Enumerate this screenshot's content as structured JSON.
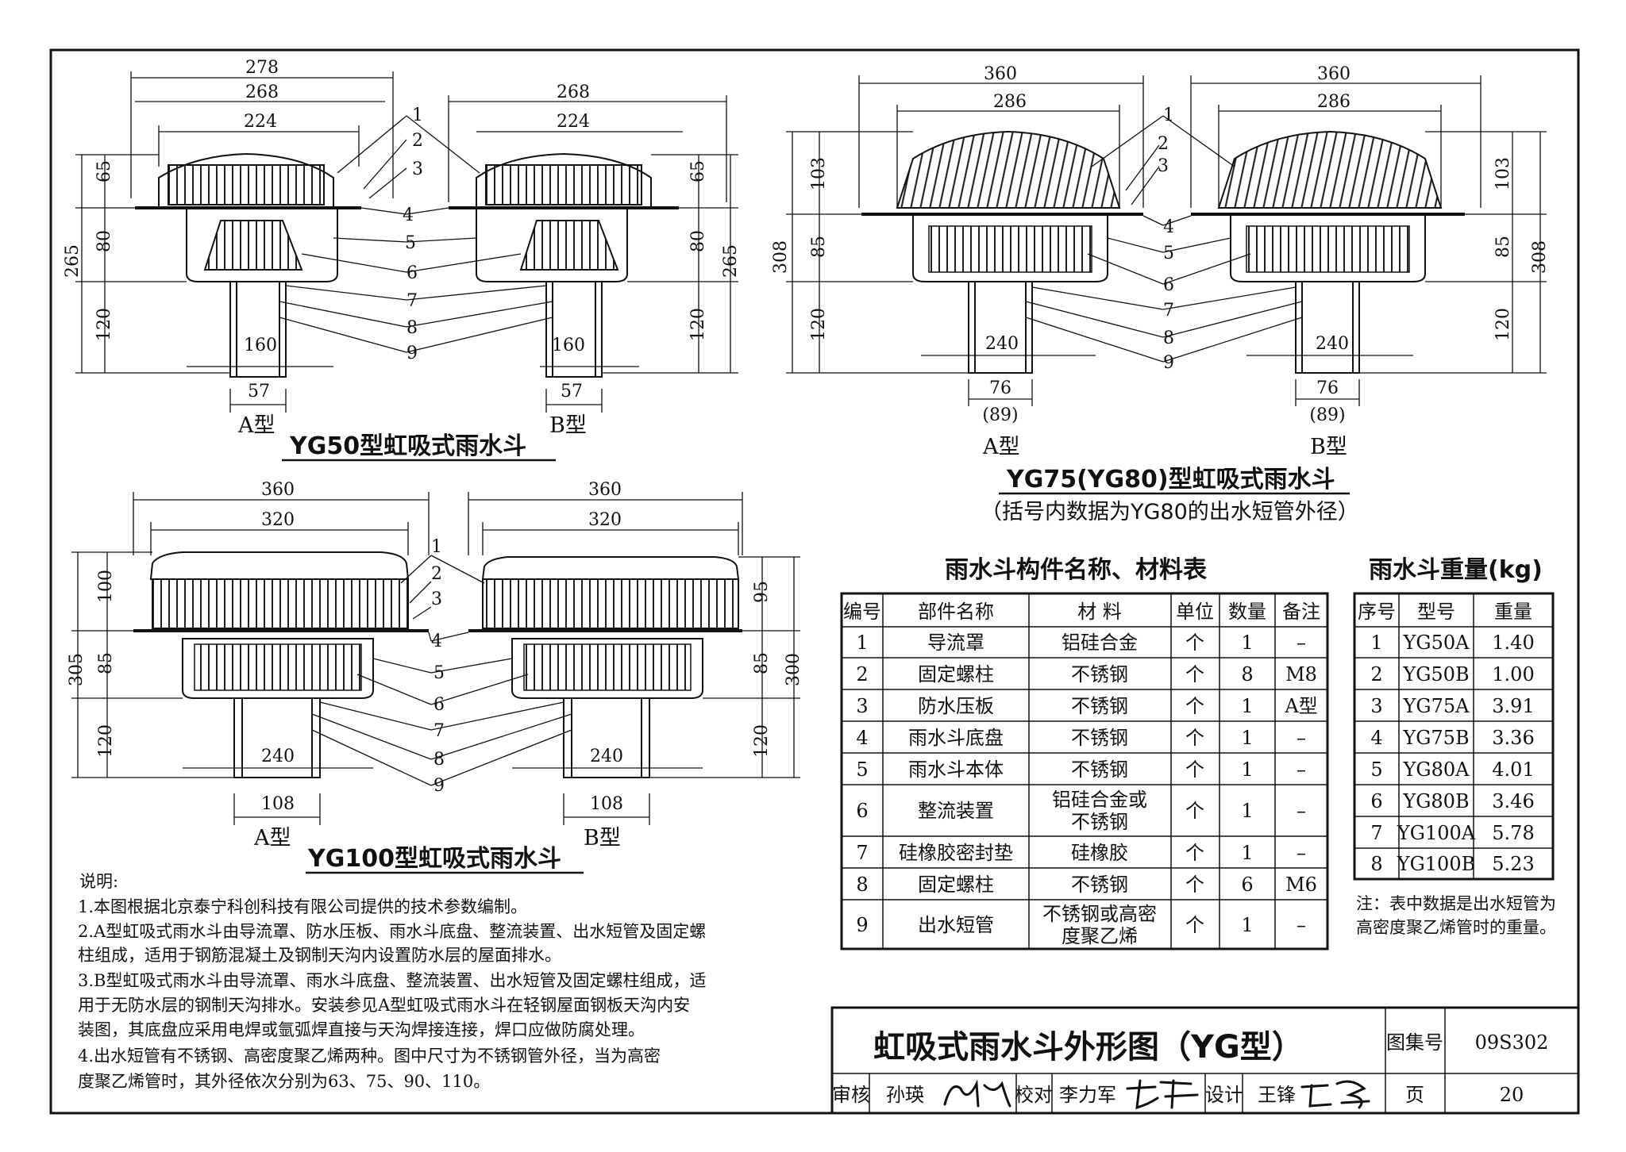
{
  "drawings": {
    "yg50": {
      "title": "YG50型虹吸式雨水斗",
      "a_label": "A型",
      "b_label": "B型",
      "a_w278": "278",
      "a_w268": "268",
      "a_w224": "224",
      "b_w268": "268",
      "b_w224": "224",
      "a_h65": "65",
      "a_h80": "80",
      "a_h265": "265",
      "a_h120": "120",
      "b_h65": "65",
      "b_h80": "80",
      "b_h265": "265",
      "b_h120": "120",
      "a_d160": "160",
      "b_d160": "160",
      "a_d57": "57",
      "b_d57": "57",
      "callouts": [
        "1",
        "2",
        "3",
        "4",
        "5",
        "6",
        "7",
        "8",
        "9"
      ]
    },
    "yg75": {
      "title": "YG75(YG80)型虹吸式雨水斗",
      "subtitle": "（括号内数据为YG80的出水短管外径）",
      "a_label": "A型",
      "b_label": "B型",
      "a_w360": "360",
      "a_w286": "286",
      "b_w360": "360",
      "b_w286": "286",
      "a_h103": "103",
      "a_h85": "85",
      "a_h308": "308",
      "a_h120": "120",
      "b_h103": "103",
      "b_h85": "85",
      "b_h308": "308",
      "b_h120": "120",
      "a_d240": "240",
      "b_d240": "240",
      "a_d76": "76",
      "b_d76": "76",
      "a_d89": "(89)",
      "b_d89": "(89)",
      "callouts": [
        "1",
        "2",
        "3",
        "4",
        "5",
        "6",
        "7",
        "8",
        "9"
      ]
    },
    "yg100": {
      "title": "YG100型虹吸式雨水斗",
      "a_label": "A型",
      "b_label": "B型",
      "a_w360": "360",
      "a_w320": "320",
      "b_w360": "360",
      "b_w320": "320",
      "a_h100": "100",
      "a_h85": "85",
      "a_h305": "305",
      "a_h120": "120",
      "b_h95": "95",
      "b_h85": "85",
      "b_h300": "300",
      "b_h120": "120",
      "a_d240": "240",
      "b_d240": "240",
      "a_d108": "108",
      "b_d108": "108",
      "callouts": [
        "1",
        "2",
        "3",
        "4",
        "5",
        "6",
        "7",
        "8",
        "9"
      ]
    }
  },
  "materials_table": {
    "title": "雨水斗构件名称、材料表",
    "headers": [
      "编号",
      "部件名称",
      "材 料",
      "单位",
      "数量",
      "备注"
    ],
    "rows": [
      [
        "1",
        "导流罩",
        "铝硅合金",
        "个",
        "1",
        "–"
      ],
      [
        "2",
        "固定螺柱",
        "不锈钢",
        "个",
        "8",
        "M8"
      ],
      [
        "3",
        "防水压板",
        "不锈钢",
        "个",
        "1",
        "A型"
      ],
      [
        "4",
        "雨水斗底盘",
        "不锈钢",
        "个",
        "1",
        "–"
      ],
      [
        "5",
        "雨水斗本体",
        "不锈钢",
        "个",
        "1",
        "–"
      ],
      [
        "6",
        "整流装置",
        "铝硅合金或|不锈钢",
        "个",
        "1",
        "–"
      ],
      [
        "7",
        "硅橡胶密封垫",
        "硅橡胶",
        "个",
        "1",
        "–"
      ],
      [
        "8",
        "固定螺柱",
        "不锈钢",
        "个",
        "6",
        "M6"
      ],
      [
        "9",
        "出水短管",
        "不锈钢或高密|度聚乙烯",
        "个",
        "1",
        "–"
      ]
    ]
  },
  "weight_table": {
    "title": "雨水斗重量(kg)",
    "headers": [
      "序号",
      "型号",
      "重量"
    ],
    "rows": [
      [
        "1",
        "YG50A",
        "1.40"
      ],
      [
        "2",
        "YG50B",
        "1.00"
      ],
      [
        "3",
        "YG75A",
        "3.91"
      ],
      [
        "4",
        "YG75B",
        "3.36"
      ],
      [
        "5",
        "YG80A",
        "4.01"
      ],
      [
        "6",
        "YG80B",
        "3.46"
      ],
      [
        "7",
        "YG100A",
        "5.78"
      ],
      [
        "8",
        "YG100B",
        "5.23"
      ]
    ],
    "note_line1": "注：表中数据是出水短管为",
    "note_line2": "高密度聚乙烯管时的重量。"
  },
  "notes": {
    "heading": "说明:",
    "lines": [
      "1.本图根据北京泰宁科创科技有限公司提供的技术参数编制。",
      "2.A型虹吸式雨水斗由导流罩、防水压板、雨水斗底盘、整流装置、出水短管及固定螺",
      "   柱组成，适用于钢筋混凝土及钢制天沟内设置防水层的屋面排水。",
      "3.B型虹吸式雨水斗由导流罩、雨水斗底盘、整流装置、出水短管及固定螺柱组成，适",
      "   用于无防水层的钢制天沟排水。安装参见A型虹吸式雨水斗在轻钢屋面钢板天沟内安",
      "   装图，其底盘应采用电焊或氩弧焊直接与天沟焊接连接，焊口应做防腐处理。",
      "4.出水短管有不锈钢、高密度聚乙烯两种。图中尺寸为不锈钢管外径，当为高密",
      "   度聚乙烯管时，其外径依次分别为63、75、90、110。"
    ]
  },
  "title_block": {
    "drawing_title": "虹吸式雨水斗外形图（YG型）",
    "atlas_label": "图集号",
    "atlas_no": "09S302",
    "review_label": "审核",
    "reviewer": "孙瑛",
    "check_label": "校对",
    "checker": "李力军",
    "design_label": "设计",
    "designer": "王锋",
    "page_label": "页",
    "page_no": "20"
  }
}
